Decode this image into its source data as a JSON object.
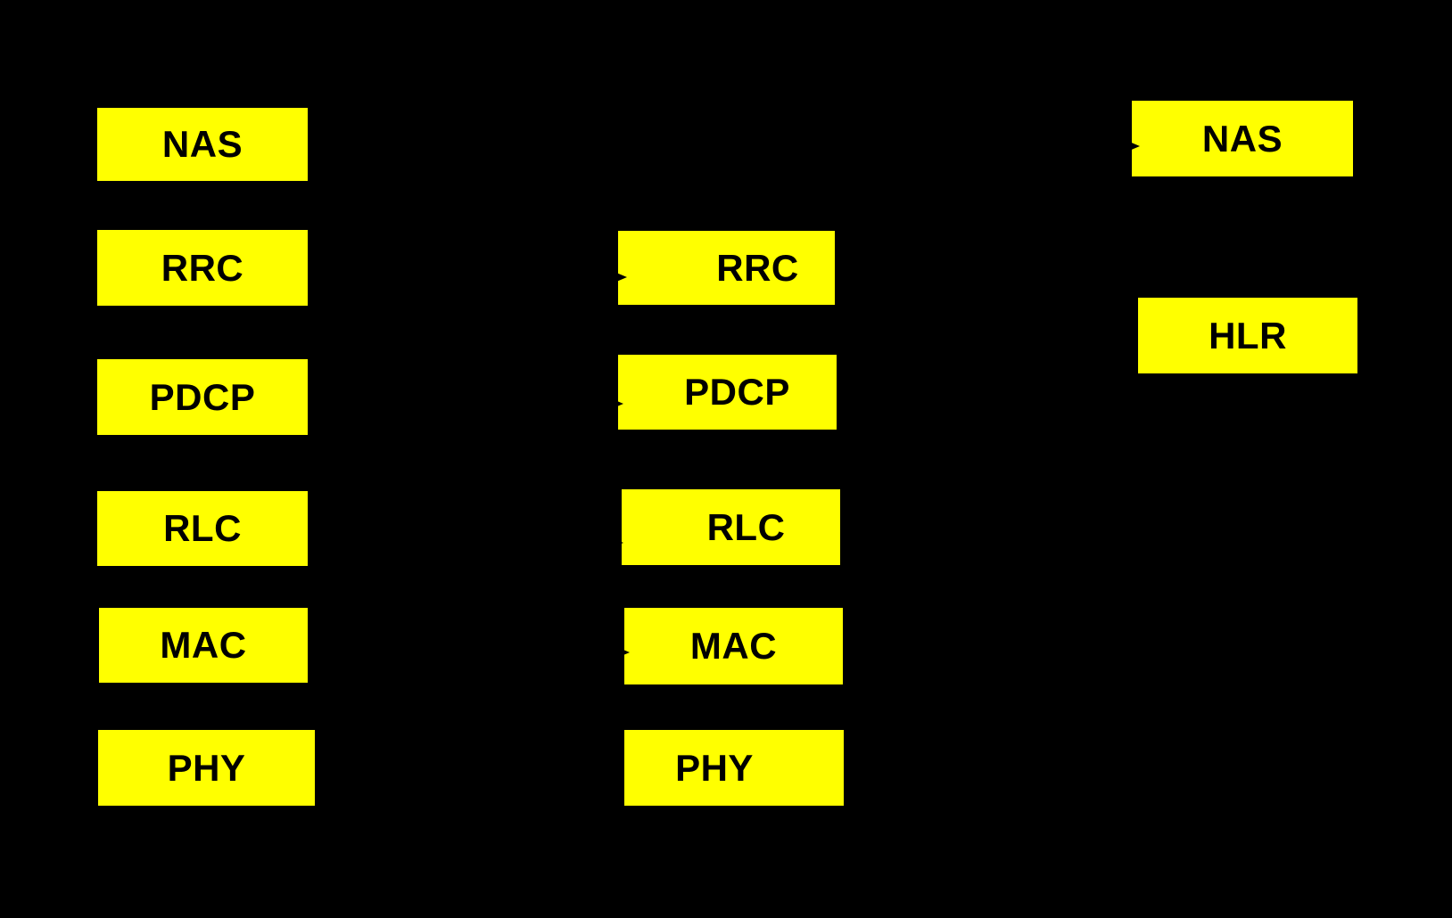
{
  "diagram": {
    "type": "protocol-stack-diagram",
    "colors": {
      "background": "#000000",
      "box_fill": "#FFFF00",
      "box_text": "#000000",
      "arrow": "#000000"
    },
    "stacks": {
      "left": {
        "boxes": [
          "NAS",
          "RRC",
          "PDCP",
          "RLC",
          "MAC",
          "PHY"
        ]
      },
      "middle": {
        "boxes": [
          "RRC",
          "PDCP",
          "RLC",
          "MAC",
          "PHY"
        ]
      },
      "right": {
        "boxes": [
          "NAS",
          "HLR"
        ]
      }
    },
    "arrow_tips": [
      {
        "direction": "right",
        "into_box": "middle-rrc"
      },
      {
        "direction": "right",
        "into_box": "middle-pdcp"
      },
      {
        "direction": "right",
        "into_box": "middle-rlc"
      },
      {
        "direction": "right",
        "into_box": "middle-mac"
      },
      {
        "direction": "right",
        "into_box": "right-nas"
      }
    ]
  }
}
